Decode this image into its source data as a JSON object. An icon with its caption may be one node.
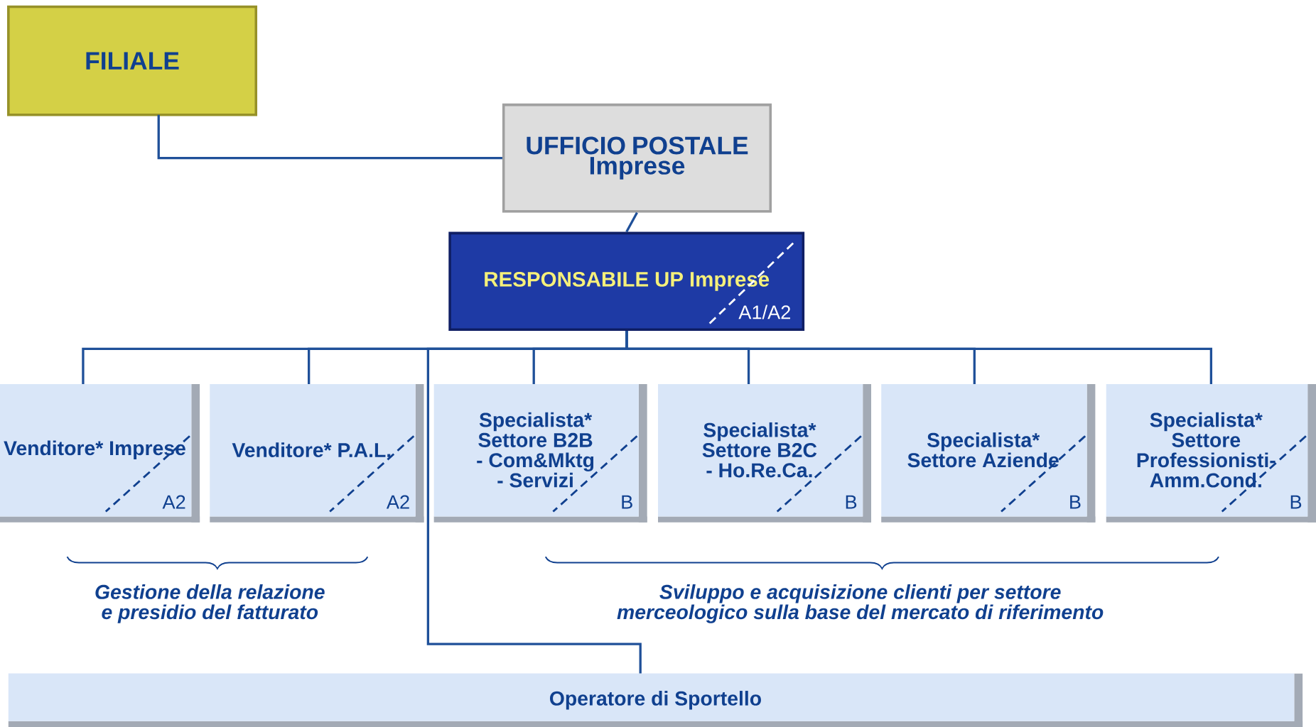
{
  "diagram": {
    "nodes": [
      {
        "text": [
          "FILIALE"
        ]
      },
      {
        "text": [
          "UFFICIO POSTALE",
          "Imprese"
        ]
      },
      {
        "text": [
          "RESPONSABILE UP Imprese",
          "A1/A2"
        ]
      },
      {
        "text": [
          "Venditore* Imprese",
          "A2"
        ]
      },
      {
        "text": [
          "Venditore* P.A.L.",
          "A2"
        ]
      },
      {
        "text": [
          "Specialista* Settore B2B - Com&Mktg - Servizi",
          "B"
        ]
      },
      {
        "text": [
          "Specialista* Settore B2C - Ho.Re.Ca.",
          "B"
        ]
      },
      {
        "text": [
          "Specialista* Settore Aziende",
          "B"
        ]
      },
      {
        "text": [
          "Specialista* Settore Professionisti- Amm.Cond.",
          "B"
        ]
      },
      {
        "text": [
          "Operatore di Sportello"
        ]
      }
    ],
    "edges": [
      {
        "from": 0,
        "to": 1,
        "arrow": "none"
      },
      {
        "from": 1,
        "to": 2,
        "arrow": "none"
      },
      {
        "from": 2,
        "to": 3,
        "arrow": "none"
      },
      {
        "from": 2,
        "to": 4,
        "arrow": "none"
      },
      {
        "from": 2,
        "to": 5,
        "arrow": "none"
      },
      {
        "from": 2,
        "to": 6,
        "arrow": "none"
      },
      {
        "from": 2,
        "to": 7,
        "arrow": "none"
      },
      {
        "from": 2,
        "to": 8,
        "arrow": "none"
      },
      {
        "from": 2,
        "to": 9,
        "arrow": "none"
      }
    ],
    "labels": [
      "Gestione della relazione e presidio del fatturato",
      "Sviluppo e acquisizione clienti per settore merceologico sulla base del mercato di riferimento"
    ]
  }
}
